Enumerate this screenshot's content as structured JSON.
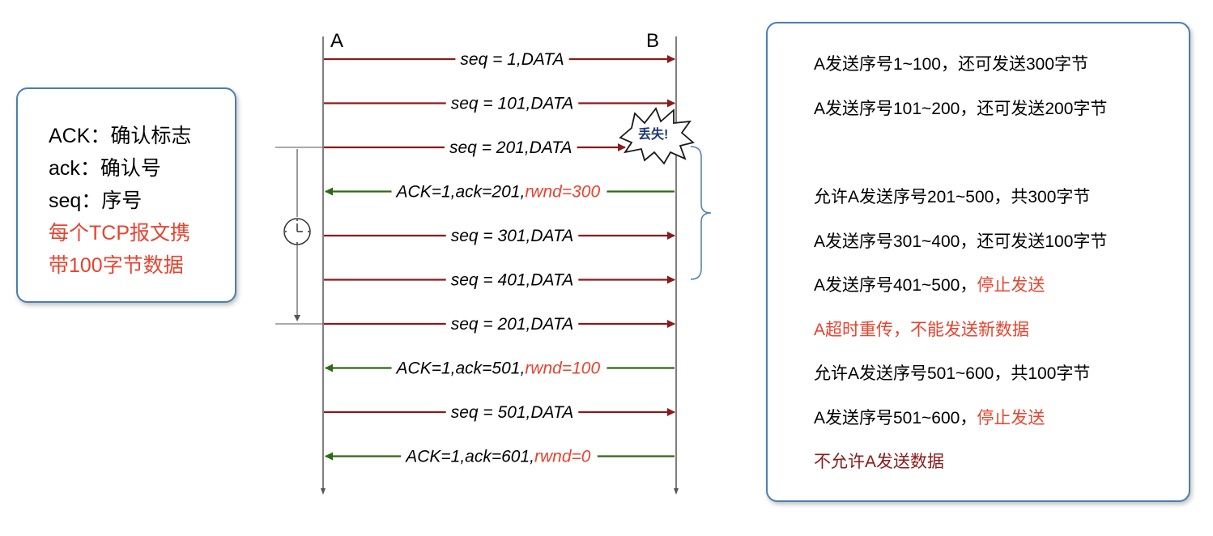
{
  "hosts": {
    "a": "A",
    "b": "B"
  },
  "legend": {
    "lines": [
      "ACK：确认标志",
      "ack：确认号",
      "seq：序号"
    ],
    "red_lines": [
      "每个TCP报文携",
      "带100字节数据"
    ]
  },
  "lost_label": "丢失!",
  "messages": [
    {
      "dir": "A->B",
      "text": "seq = 1,DATA",
      "lost": false
    },
    {
      "dir": "A->B",
      "text": "seq = 101,DATA",
      "lost": false
    },
    {
      "dir": "A->B",
      "text": "seq = 201,DATA",
      "lost": true
    },
    {
      "dir": "B->A",
      "text": "ACK=1,ack=201,",
      "rwnd": "rwnd=300"
    },
    {
      "dir": "A->B",
      "text": "seq = 301,DATA",
      "lost": false
    },
    {
      "dir": "A->B",
      "text": "seq = 401,DATA",
      "lost": false
    },
    {
      "dir": "A->B",
      "text": "seq = 201,DATA",
      "lost": false
    },
    {
      "dir": "B->A",
      "text": "ACK=1,ack=501,",
      "rwnd": "rwnd=100"
    },
    {
      "dir": "A->B",
      "text": "seq = 501,DATA",
      "lost": false
    },
    {
      "dir": "B->A",
      "text": "ACK=1,ack=601,",
      "rwnd": "rwnd=0"
    }
  ],
  "notes": [
    {
      "text": "A发送序号1~100，还可发送300字节",
      "red": ""
    },
    {
      "text": "A发送序号101~200，还可发送200字节",
      "red": ""
    },
    {
      "text": "允许A发送序号201~500，共300字节",
      "red": ""
    },
    {
      "text": "A发送序号301~400，还可发送100字节",
      "red": ""
    },
    {
      "text": "A发送序号401~500，",
      "red": "停止发送"
    },
    {
      "text": "",
      "red": "A超时重传，不能发送新数据"
    },
    {
      "text": "允许A发送序号501~600，共100字节",
      "red": ""
    },
    {
      "text": "A发送序号501~600，",
      "red": "停止发送"
    },
    {
      "text": "不允许A发送数据",
      "red": "",
      "dark": true
    }
  ],
  "colors": {
    "forward": "#8b1a1a",
    "backward": "#2e6a14",
    "rwnd": "#e8432e",
    "box_border": "#4a7fb0"
  }
}
